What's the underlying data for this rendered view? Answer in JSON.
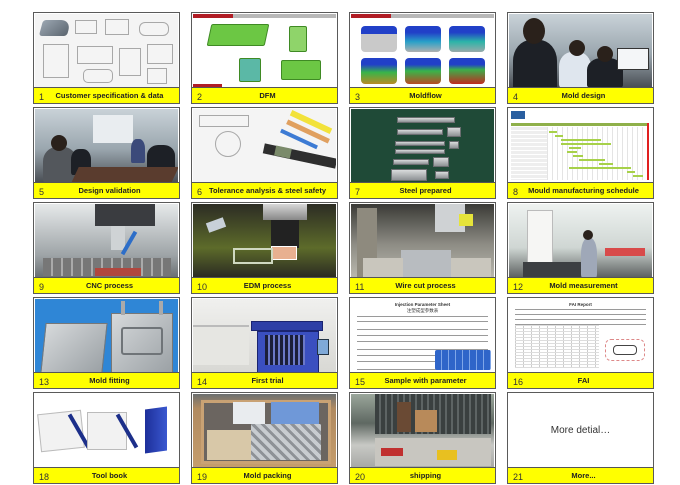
{
  "tiles": [
    {
      "num": "1",
      "label": "Customer specification & data",
      "image": "technical-drawings"
    },
    {
      "num": "2",
      "label": "DFM",
      "image": "dfm-green-part-analysis"
    },
    {
      "num": "3",
      "label": "Moldflow",
      "image": "moldflow-simulation-grid"
    },
    {
      "num": "4",
      "label": "Mold design",
      "image": "engineers-at-computer"
    },
    {
      "num": "5",
      "label": "Design validation",
      "image": "meeting-room-presentation"
    },
    {
      "num": "6",
      "label": "Tolerance analysis & steel safety",
      "image": "caliper-on-drawing"
    },
    {
      "num": "7",
      "label": "Steel prepared",
      "image": "steel-blocks-on-green"
    },
    {
      "num": "8",
      "label": "Mould manufacturing  schedule",
      "image": "gantt-schedule"
    },
    {
      "num": "9",
      "label": "CNC process",
      "image": "cnc-machine"
    },
    {
      "num": "10",
      "label": "EDM process",
      "image": "edm-machine"
    },
    {
      "num": "11",
      "label": "Wire cut process",
      "image": "wire-cut-machine"
    },
    {
      "num": "12",
      "label": "Mold measurement",
      "image": "cmm-inspection"
    },
    {
      "num": "13",
      "label": "Mold fitting",
      "image": "mold-halves"
    },
    {
      "num": "14",
      "label": "First trial",
      "image": "injection-machine"
    },
    {
      "num": "15",
      "label": "Sample with parameter",
      "image": "injection-parameter-sheet",
      "sheet_title": "Injection Parameter Sheet",
      "sheet_subtitle": "注塑成型参数表"
    },
    {
      "num": "16",
      "label": "FAI",
      "image": "fai-report",
      "sheet_title": "FAI Report"
    },
    {
      "num": "18",
      "label": "Tool book",
      "image": "tool-book-binders"
    },
    {
      "num": "19",
      "label": "Mold packing",
      "image": "wooden-crate-packing"
    },
    {
      "num": "20",
      "label": "shipping",
      "image": "truck-container"
    },
    {
      "num": "21",
      "label": "More...",
      "image": "blank",
      "body_text": "More detial…"
    }
  ],
  "colors": {
    "caption_bg": "#ffff00",
    "border": "#5a5a5a",
    "text": "#222222"
  }
}
